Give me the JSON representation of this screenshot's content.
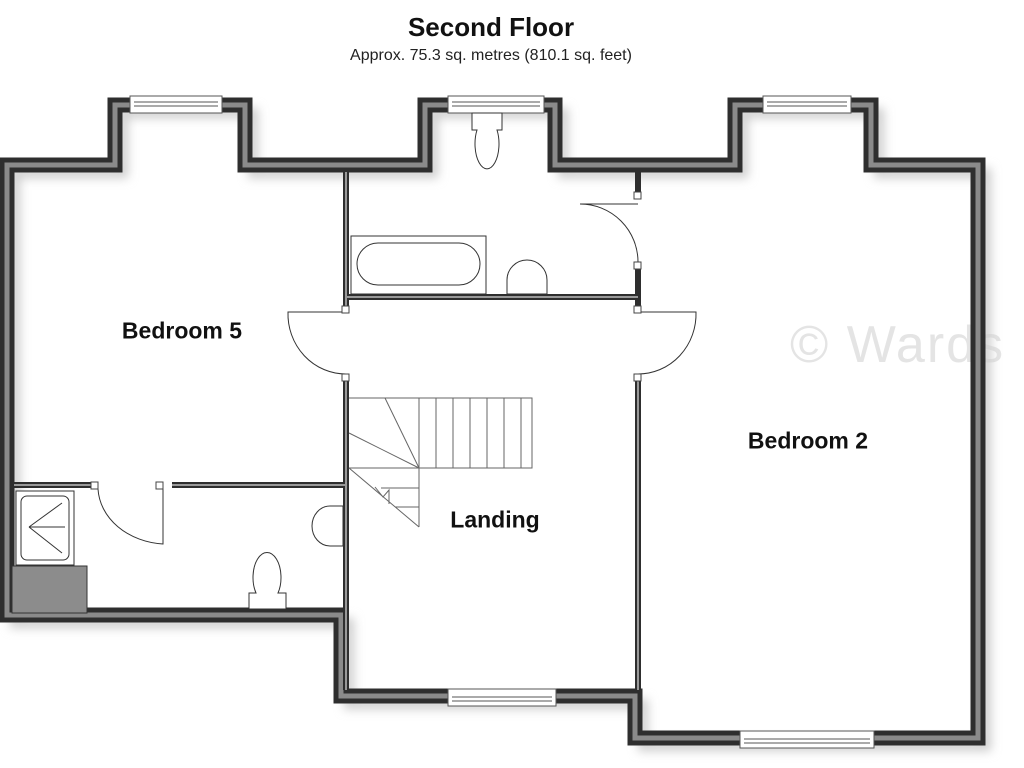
{
  "header": {
    "title": "Second Floor",
    "subtitle": "Approx. 75.3 sq. metres (810.1 sq. feet)"
  },
  "rooms": {
    "bedroom5": "Bedroom 5",
    "bedroom2": "Bedroom 2",
    "landing": "Landing"
  },
  "watermark": "© Wards",
  "colors": {
    "wall": "#2e2e2e",
    "wall_inner": "#8a8a8a",
    "fixture_fill": "#8c8c8c"
  }
}
